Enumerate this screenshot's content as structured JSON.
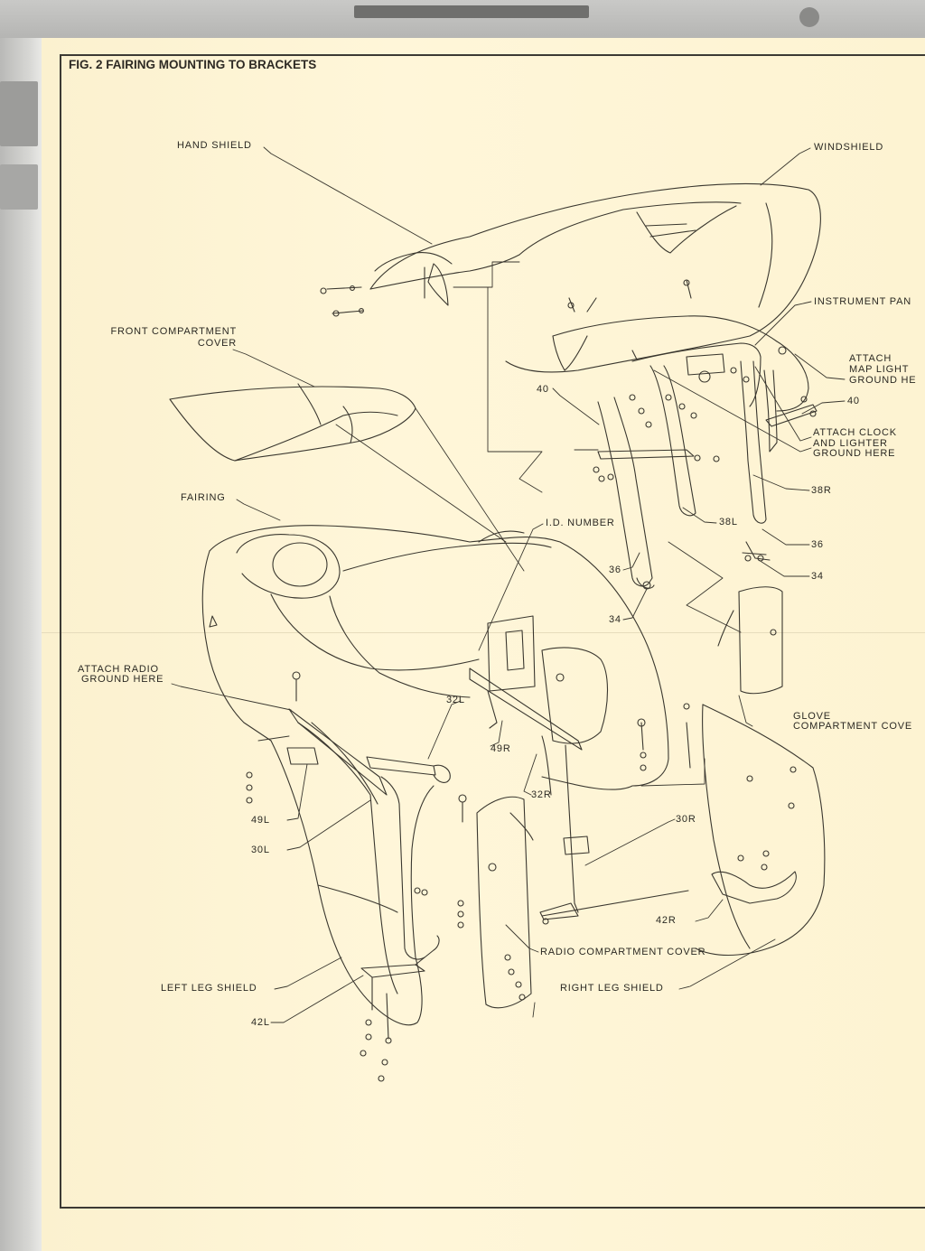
{
  "figure": {
    "title": "FIG. 2 FAIRING MOUNTING TO BRACKETS"
  },
  "labels": {
    "hand_shield": "HAND SHIELD",
    "windshield": "WINDSHIELD",
    "instrument_panel": "INSTRUMENT PAN",
    "front_compartment_cover_1": "FRONT COMPARTMENT",
    "front_compartment_cover_2": "COVER",
    "attach_map_light_1": "ATTACH",
    "attach_map_light_2": "MAP LIGHT",
    "attach_map_light_3": "GROUND HE",
    "part_40_left": "40",
    "part_40_right": "40",
    "attach_clock_1": "ATTACH CLOCK",
    "attach_clock_2": "AND LIGHTER",
    "attach_clock_3": "GROUND HERE",
    "fairing": "FAIRING",
    "id_number": "I.D. NUMBER",
    "part_38r": "38R",
    "part_38l": "38L",
    "part_36_right": "36",
    "part_36_left": "36",
    "part_34_right": "34",
    "part_34_left": "34",
    "attach_radio_1": "ATTACH RADIO",
    "attach_radio_2": "GROUND HERE",
    "part_32l": "32L",
    "part_49r": "49R",
    "part_32r": "32R",
    "glove_cover_1": "GLOVE",
    "glove_cover_2": "COMPARTMENT COVE",
    "part_49l": "49L",
    "part_30l": "30L",
    "part_30r": "30R",
    "part_42r": "42R",
    "radio_cover": "RADIO COMPARTMENT COVER",
    "left_leg_shield": "LEFT LEG SHIELD",
    "right_leg_shield": "RIGHT LEG SHIELD",
    "part_42l": "42L"
  }
}
